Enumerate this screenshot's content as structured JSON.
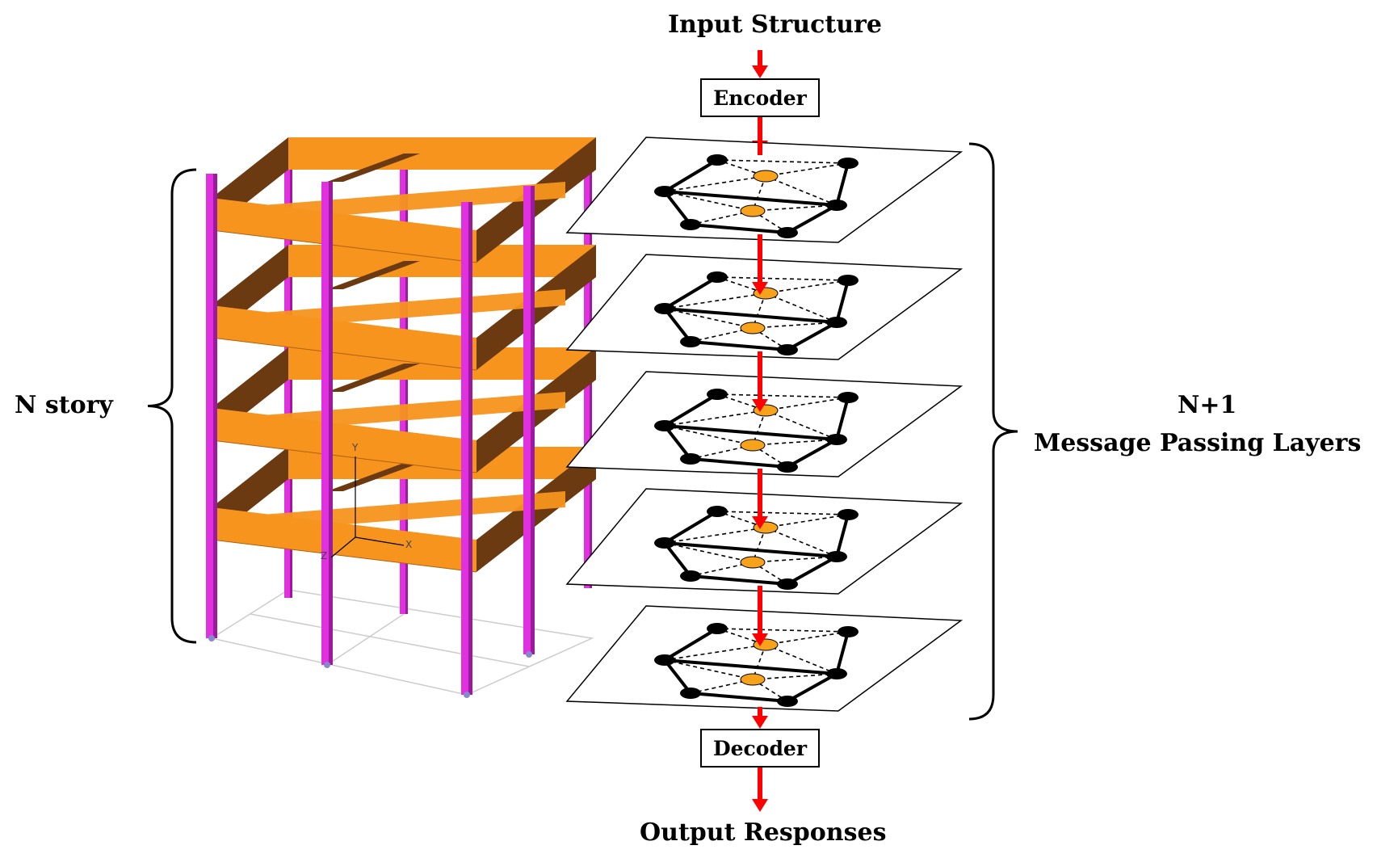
{
  "labels": {
    "input": "Input Structure",
    "output": "Output Responses",
    "encoder": "Encoder",
    "decoder": "Decoder",
    "n_story": "N story",
    "layers_line1": "N+1",
    "layers_line2": "Message Passing Layers"
  },
  "frame": {
    "story_count": 4,
    "axis_labels": [
      "Y",
      "X",
      "Z"
    ]
  },
  "message_passing": {
    "layer_count": 5
  },
  "colors": {
    "beam_top": "#f7941d",
    "beam_side": "#6b3a10",
    "column": "#e030e0",
    "column_dark": "#9c1a9c",
    "arrow": "#ff0000",
    "node_black": "#000000",
    "node_orange": "#f7a21b"
  }
}
